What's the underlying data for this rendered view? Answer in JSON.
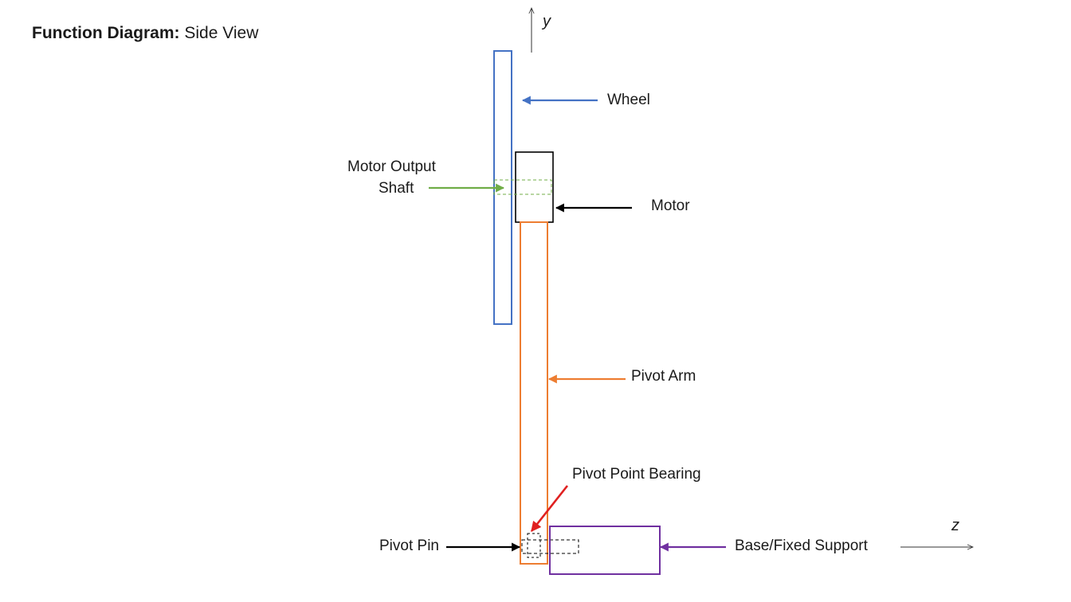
{
  "heading": {
    "bold": "Function Diagram:",
    "light": " Side View"
  },
  "axes": {
    "y": "y",
    "z": "z"
  },
  "labels": {
    "wheel": "Wheel",
    "motor_output_shaft_line1": "Motor Output",
    "motor_output_shaft_line2": "Shaft",
    "motor": "Motor",
    "pivot_arm": "Pivot Arm",
    "pivot_point_bearing": "Pivot Point Bearing",
    "pivot_pin": "Pivot Pin",
    "base_fixed_support": "Base/Fixed Support"
  },
  "colors": {
    "wheel": "#4472C4",
    "motor": "#000000",
    "shaft": "#70AD47",
    "pivot_arm": "#ED7D31",
    "bearing_arrow": "#E02020",
    "base": "#7030A0",
    "axis": "#333333"
  }
}
